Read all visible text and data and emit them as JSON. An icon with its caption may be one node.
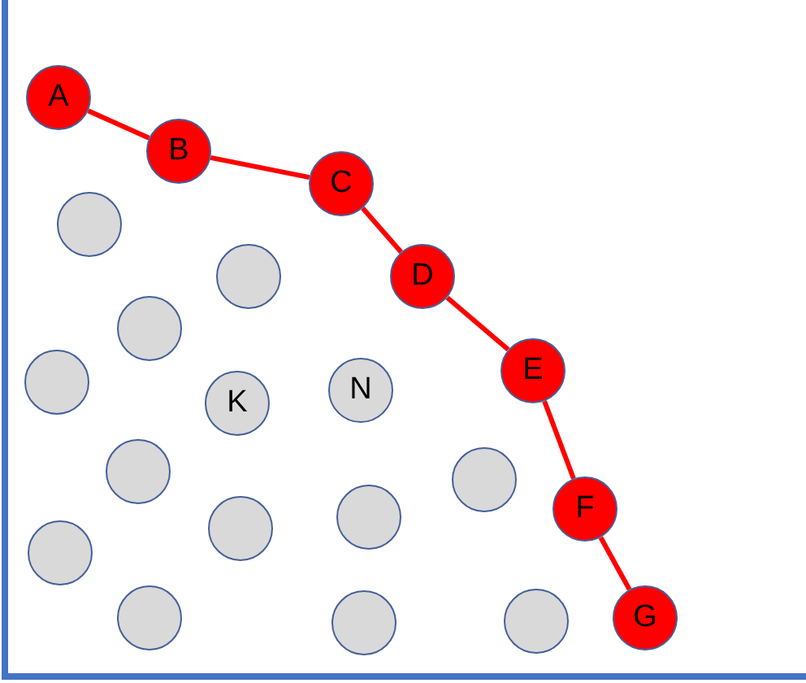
{
  "diagram": {
    "nodes": [
      {
        "text": [
          "A"
        ]
      },
      {
        "text": [
          "B"
        ]
      },
      {
        "text": [
          "C"
        ]
      },
      {
        "text": [],
        "shape": "circle"
      },
      {
        "text": [
          "D"
        ]
      },
      {
        "text": [],
        "shape": "circle"
      },
      {
        "text": [],
        "shape": "circle"
      },
      {
        "text": [
          "E"
        ]
      },
      {
        "text": [],
        "shape": "circle"
      },
      {
        "text": [
          "K"
        ]
      },
      {
        "text": [
          "N"
        ]
      },
      {
        "text": [],
        "shape": "circle"
      },
      {
        "text": [],
        "shape": "circle"
      },
      {
        "text": [
          "F"
        ]
      },
      {
        "text": [],
        "shape": "circle"
      },
      {
        "text": [],
        "shape": "circle"
      },
      {
        "text": [],
        "shape": "circle"
      },
      {
        "text": [],
        "shape": "circle"
      },
      {
        "text": [],
        "shape": "circle"
      },
      {
        "text": [],
        "shape": "circle"
      },
      {
        "text": [
          "G"
        ]
      }
    ],
    "edges": [
      {
        "from": 0,
        "to": 1,
        "arrow": "none"
      },
      {
        "from": 1,
        "to": 2,
        "arrow": "none"
      },
      {
        "from": 2,
        "to": 4,
        "arrow": "none"
      },
      {
        "from": 4,
        "to": 7,
        "arrow": "none"
      },
      {
        "from": 7,
        "to": 13,
        "arrow": "none"
      },
      {
        "from": 13,
        "to": 20,
        "arrow": "none"
      }
    ]
  }
}
